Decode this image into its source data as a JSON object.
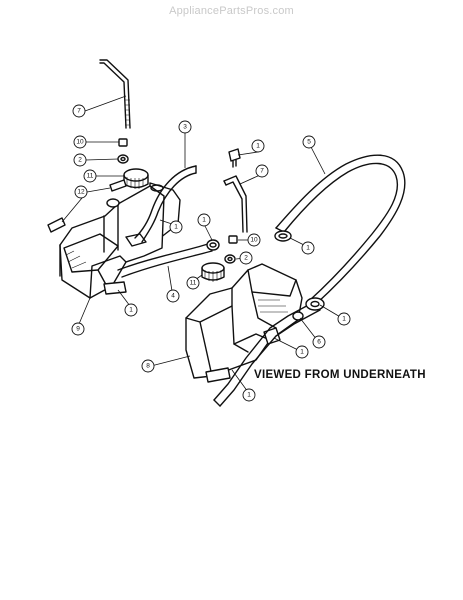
{
  "watermark": "AppliancePartsPros.com",
  "diagram": {
    "view_note": "VIEWED FROM UNDERNEATH",
    "callouts": [
      {
        "id": "c-7-top",
        "label": "7"
      },
      {
        "id": "c-10-left",
        "label": "10"
      },
      {
        "id": "c-2-left",
        "label": "2"
      },
      {
        "id": "c-11-left",
        "label": "11"
      },
      {
        "id": "c-12",
        "label": "12"
      },
      {
        "id": "c-3",
        "label": "3"
      },
      {
        "id": "c-1-clamp-top",
        "label": "1"
      },
      {
        "id": "c-7-right",
        "label": "7"
      },
      {
        "id": "c-5",
        "label": "5"
      },
      {
        "id": "c-1-hose5",
        "label": "1"
      },
      {
        "id": "c-1-mid-left",
        "label": "1"
      },
      {
        "id": "c-1-mid",
        "label": "1"
      },
      {
        "id": "c-10-mid",
        "label": "10"
      },
      {
        "id": "c-2-mid",
        "label": "2"
      },
      {
        "id": "c-11-mid",
        "label": "11"
      },
      {
        "id": "c-4",
        "label": "4"
      },
      {
        "id": "c-1-left-bottom",
        "label": "1"
      },
      {
        "id": "c-9",
        "label": "9"
      },
      {
        "id": "c-1-right",
        "label": "1"
      },
      {
        "id": "c-6",
        "label": "6"
      },
      {
        "id": "c-1-low",
        "label": "1"
      },
      {
        "id": "c-8",
        "label": "8"
      },
      {
        "id": "c-1-bottom",
        "label": "1"
      }
    ]
  }
}
